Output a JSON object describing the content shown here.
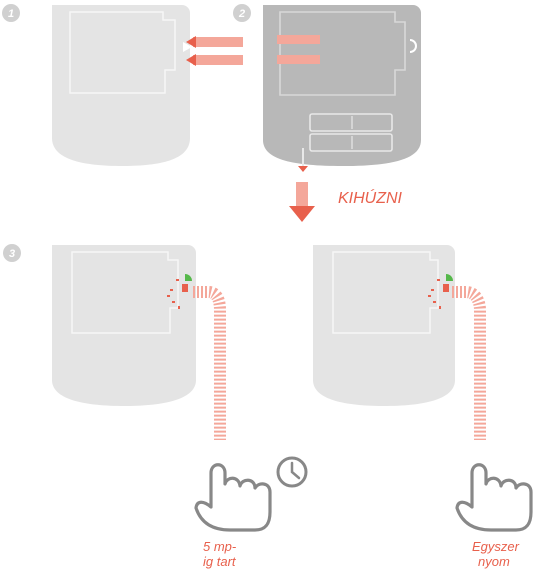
{
  "steps": [
    "1",
    "2",
    "3"
  ],
  "pull_label": "KIHÚZNI",
  "hold_caption": {
    "line1": "5 mp-",
    "line2": "ig tart"
  },
  "press_caption": {
    "line1": "Egyszer",
    "line2": "nyom"
  },
  "colors": {
    "device_light": "#e4e4e4",
    "device_dark": "#b8b8b8",
    "outline": "#f6f6f6",
    "accent_red": "#e8604c",
    "accent_pink": "#f4a79a",
    "led_green": "#55b84a",
    "step_badge": "#d0d0d0"
  },
  "icons": [
    "hand-pointer-icon",
    "clock-icon",
    "battery-icon",
    "down-arrow-icon",
    "left-arrow-icon"
  ]
}
